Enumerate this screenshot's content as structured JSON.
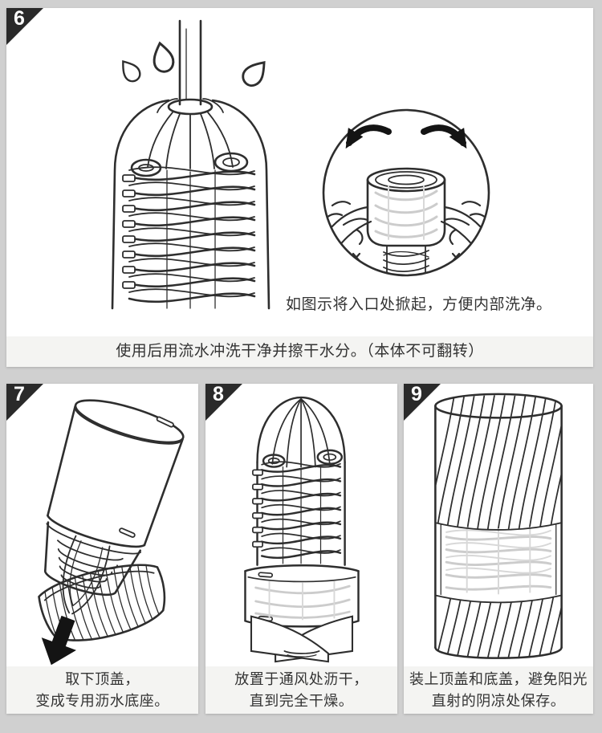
{
  "theme": {
    "page-bg": "#d0d0d0",
    "panel-bg": "#ffffff",
    "strip-bg": "#f4f4f2",
    "badge-bg": "#2a2a2a",
    "ink": "#2e2e2e",
    "ink-light": "#cccccc",
    "text": "#333333"
  },
  "steps": {
    "s6": {
      "number": "6",
      "note": "如图示将入口处掀起，方便内部洗净。",
      "caption": "使用后用流水冲洗干净并擦干水分。（本体不可翻转）"
    },
    "s7": {
      "number": "7",
      "line1": "取下顶盖，",
      "line2": "变成专用沥水底座。"
    },
    "s8": {
      "number": "8",
      "line1": "放置于通风处沥干，",
      "line2": "直到完全干燥。"
    },
    "s9": {
      "number": "9",
      "line1": "装上顶盖和底盖，避免阳光",
      "line2": "直射的阴凉处保存。"
    }
  }
}
